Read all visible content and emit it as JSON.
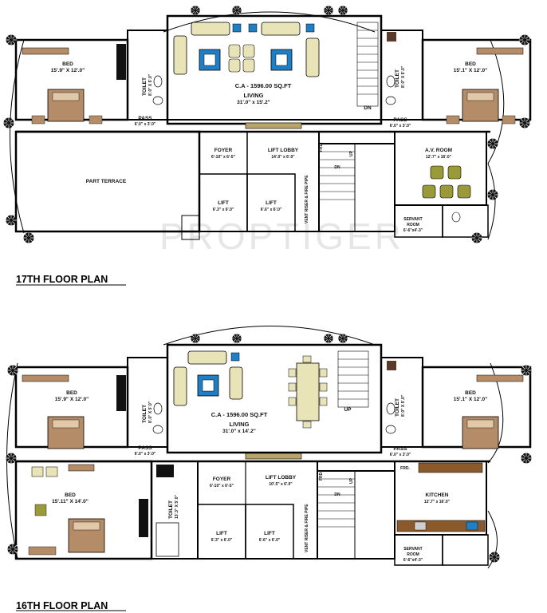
{
  "watermark": "PROPTIGER",
  "floor17": {
    "title": "17TH  FLOOR  PLAN",
    "bed_left": {
      "name": "BED",
      "dim": "15'.9\" X 12'.0\""
    },
    "bed_right": {
      "name": "BED",
      "dim": "15'.1\" X 12'.0\""
    },
    "toilet_left": {
      "name": "TOILET",
      "dim": "8'.0\" X 5'.0\""
    },
    "toilet_right": {
      "name": "TOILET",
      "dim": "8'.0\" X 5'.0\""
    },
    "living": {
      "ca": "C.A - 1596.00 SQ.FT",
      "name": "LIVING",
      "dim": "31'.0\" x 15'.2\""
    },
    "pass_left": {
      "name": "PASS",
      "dim": "6'.0\" x 3'.0\""
    },
    "pass_right": {
      "name": "PASS",
      "dim": "6'.0\" x 3'.0\""
    },
    "dn_stair": "DN",
    "terrace": "PART TERRACE",
    "foyer": {
      "name": "FOYER",
      "dim": "6'-10\" x 6'-5\""
    },
    "lift_lobby": {
      "name": "LIFT LOBBY",
      "dim": "14'.0\" x 6'.0\""
    },
    "lift1": {
      "name": "LIFT",
      "dim": "6'.3\" x 6'.0\""
    },
    "lift2": {
      "name": "LIFT",
      "dim": "6'.6\" x 6'.0\""
    },
    "frd": "FRD.",
    "up": "UP",
    "dn": "DN",
    "av_room": {
      "name": "A.V. ROOM",
      "dim": "12'.7\" x 16'.0\""
    },
    "servant": {
      "name": "SERVANT",
      "room": "ROOM",
      "dim": "6'-6\"x4'-3\""
    },
    "vent": "VENT RISER & FIRE PIPE"
  },
  "floor16": {
    "title": "16TH  FLOOR  PLAN",
    "bed_left": {
      "name": "BED",
      "dim": "15'.9\" X 12'.0\""
    },
    "bed_right": {
      "name": "BED",
      "dim": "15'.1\" X 12'.0\""
    },
    "bed_lower": {
      "name": "BED",
      "dim": "15'.11\" X 14'.0\""
    },
    "toilet_left": {
      "name": "TOILET",
      "dim": "8'.0\" X 5'.0\""
    },
    "toilet_right": {
      "name": "TOILET",
      "dim": "8'.0\" X 5'.0\""
    },
    "toilet_lower": {
      "name": "TOILET",
      "dim": "13'.3\" X 5'.0\""
    },
    "living": {
      "ca": "C.A - 1596.00 SQ.FT",
      "name": "LIVING",
      "dim": "31'.0\" x 14'.2\""
    },
    "pass_left": {
      "name": "PASS",
      "dim": "6'.0\" x 3'.0\""
    },
    "pass_right": {
      "name": "PASS",
      "dim": "6'.0\" x 3'.0\""
    },
    "up_stair": "UP",
    "foyer": {
      "name": "FOYER",
      "dim": "6'-10\" x 6'-5\""
    },
    "lift_lobby": {
      "name": "LIFT LOBBY",
      "dim": "10'.5\" x 6'.0\""
    },
    "lift1": {
      "name": "LIFT",
      "dim": "6'.3\" x 6'.0\""
    },
    "lift2": {
      "name": "LIFT",
      "dim": "6'.6\" x 6'.0\""
    },
    "frd_stair": "FRD.",
    "frd_kitchen": "FRD.",
    "up": "UP",
    "dn": "DN",
    "kitchen": {
      "name": "KITCHEN",
      "dim": "12'.7\" x 16'.0\""
    },
    "servant": {
      "name": "SERVANT",
      "room": "ROOM",
      "dim": "6'-6\"x4'-3\""
    },
    "vent": "VENT RISER & FIRE PIPE"
  },
  "colors": {
    "wall": "#000000",
    "sofa": "#e8e4b8",
    "accent_blue": "#1e7fc6",
    "chair_olive": "#9a9a3a",
    "bed_wood": "#b58c68",
    "counter_brown": "#8b5a2b",
    "lobby_counter": "#b9a46a",
    "tree": "#111111"
  }
}
